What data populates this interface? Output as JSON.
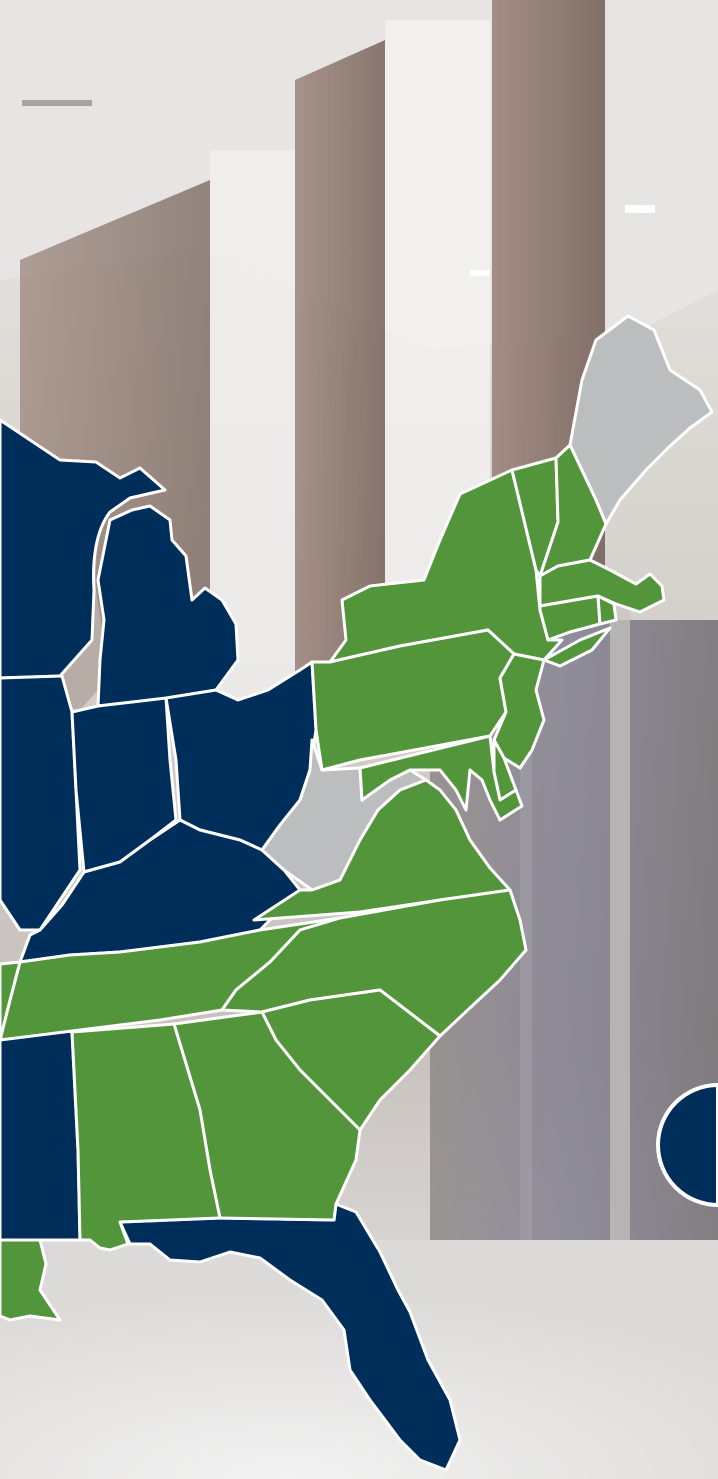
{
  "colors": {
    "served": "#52953a",
    "partner": "#002e5b",
    "not_served": "#bcbdbf",
    "border": "#ffffff",
    "lake": "#b7aca6"
  },
  "icons": [
    "map-pin-badge-icon"
  ],
  "legend": {
    "served": [
      "NY",
      "VT",
      "NH",
      "MA",
      "CT",
      "RI",
      "PA",
      "NJ",
      "DE",
      "MD",
      "VA",
      "NC",
      "SC",
      "TN",
      "GA",
      "AL",
      "LA"
    ],
    "partner": [
      "MI",
      "WI",
      "IL",
      "IN",
      "OH",
      "KY",
      "MS",
      "FL"
    ],
    "not_served": [
      "ME",
      "WV"
    ]
  }
}
